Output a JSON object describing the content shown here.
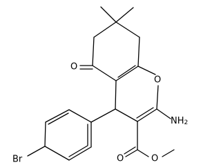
{
  "molecule": {
    "atoms": {
      "oxygen_ketone": "O",
      "oxygen_ring": "O",
      "amino": "NH2",
      "bromo": "Br",
      "ester_carbonyl_oxygen": "O",
      "ester_ether_oxygen": "O"
    },
    "colors": {
      "bond": "#000000",
      "label": "#000000",
      "background": "#ffffff"
    }
  }
}
